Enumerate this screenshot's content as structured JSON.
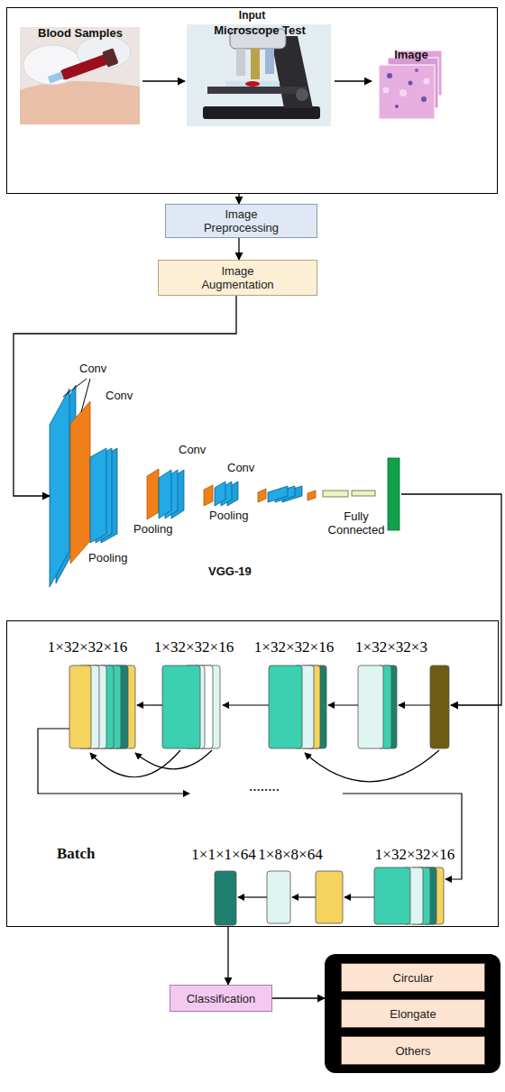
{
  "diagram": {
    "nodes": [
      {
        "text": [
          "Input"
        ]
      },
      {
        "text": [
          "Blood Samples"
        ],
        "in": 0
      },
      {
        "text": [
          "Microscope Test"
        ],
        "in": 0
      },
      {
        "text": [
          "Image"
        ],
        "in": 0
      },
      {
        "text": [
          "Image Preprocessing"
        ]
      },
      {
        "text": [
          "Image Augmentation"
        ]
      },
      {
        "text": [
          "VGG-19"
        ]
      },
      {
        "text": [
          "Batch"
        ]
      },
      {
        "text": [
          "Classification"
        ]
      },
      {
        "text": []
      },
      {
        "text": [
          "Circular"
        ],
        "in": 9
      },
      {
        "text": [
          "Elongate"
        ],
        "in": 9
      },
      {
        "text": [
          "Others"
        ],
        "in": 9
      }
    ],
    "edges": [
      {
        "from": 1,
        "to": 2,
        "arrow": "to"
      },
      {
        "from": 2,
        "to": 3,
        "arrow": "to"
      },
      {
        "from": 0,
        "to": 4,
        "arrow": "to"
      },
      {
        "from": 4,
        "to": 5,
        "arrow": "to"
      },
      {
        "from": 5,
        "to": 6,
        "arrow": "to"
      },
      {
        "from": 6,
        "to": 7,
        "arrow": "to"
      },
      {
        "from": 7,
        "to": 8,
        "arrow": "to"
      },
      {
        "from": 8,
        "to": 9,
        "arrow": "to"
      }
    ],
    "labels": [
      "Conv",
      "Conv",
      "Conv",
      "Conv",
      "Pooling",
      "Pooling",
      "Pooling",
      "Fully Connected",
      "1×32×32×16",
      "1×32×32×16",
      "1×32×32×16",
      "1×32×32×3",
      "........",
      "1×1×1×64",
      "1×8×8×64",
      "1×32×32×16"
    ]
  }
}
